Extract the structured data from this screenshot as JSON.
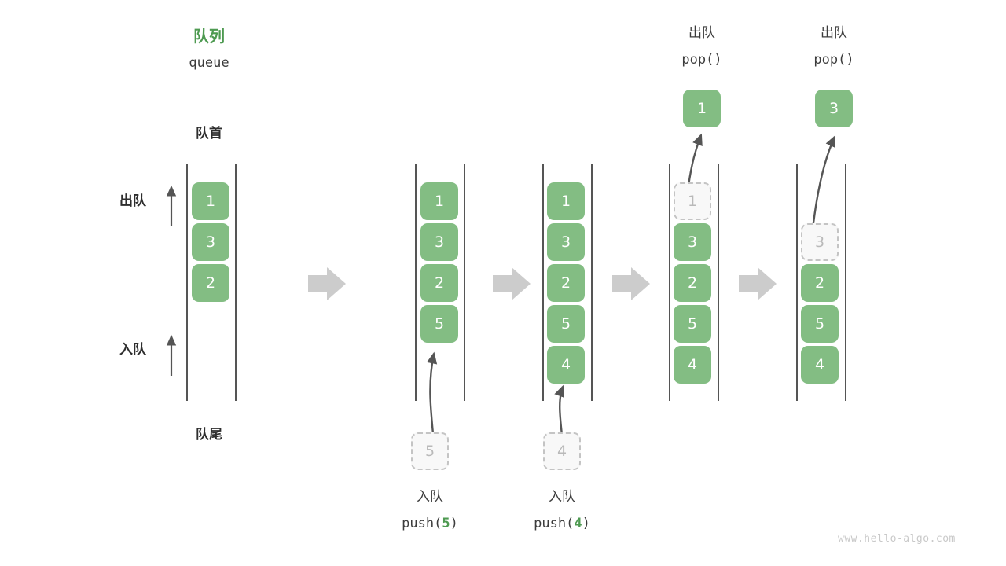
{
  "diagram": {
    "title_cn": "队列",
    "title_en": "queue",
    "front_label": "队首",
    "rear_label": "队尾",
    "dequeue_side_label": "出队",
    "enqueue_side_label": "入队",
    "watermark": "www.hello-algo.com",
    "colors": {
      "accent_green": "#83bd83",
      "title_green": "#4e9a51",
      "ghost_border": "#c4c4c4",
      "ghost_text": "#b9b9b9",
      "rail": "#555555",
      "arrow": "#555555",
      "step_arrow": "#cccccc",
      "text": "#3c3c3c",
      "watermark": "#c9c9c9"
    }
  },
  "columns": [
    {
      "id": "initial-queue",
      "cells": [
        "1",
        "3",
        "2"
      ],
      "ghost_cells": [],
      "op_cn": "",
      "op_code": ""
    },
    {
      "id": "after-push-5",
      "cells": [
        "1",
        "3",
        "2",
        "5"
      ],
      "ghost_cells": [],
      "op_cn": "入队",
      "op_code_prefix": "push(",
      "op_code_arg": "5",
      "op_code_suffix": ")",
      "incoming_value": "5"
    },
    {
      "id": "after-push-4",
      "cells": [
        "1",
        "3",
        "2",
        "5",
        "4"
      ],
      "ghost_cells": [],
      "op_cn": "入队",
      "op_code_prefix": "push(",
      "op_code_arg": "4",
      "op_code_suffix": ")",
      "incoming_value": "4"
    },
    {
      "id": "after-pop-1",
      "cells": [
        "3",
        "2",
        "5",
        "4"
      ],
      "ghost_value": "1",
      "op_cn": "出队",
      "op_code_prefix": "pop(",
      "op_code_arg": "",
      "op_code_suffix": ")",
      "popped_value": "1"
    },
    {
      "id": "after-pop-3",
      "cells": [
        "2",
        "5",
        "4"
      ],
      "ghost_value": "3",
      "op_cn": "出队",
      "op_code_prefix": "pop(",
      "op_code_arg": "",
      "op_code_suffix": ")",
      "popped_value": "3"
    }
  ],
  "step_arrows": [
    {
      "id": "step-arrow-1"
    },
    {
      "id": "step-arrow-2"
    },
    {
      "id": "step-arrow-3"
    },
    {
      "id": "step-arrow-4"
    }
  ]
}
